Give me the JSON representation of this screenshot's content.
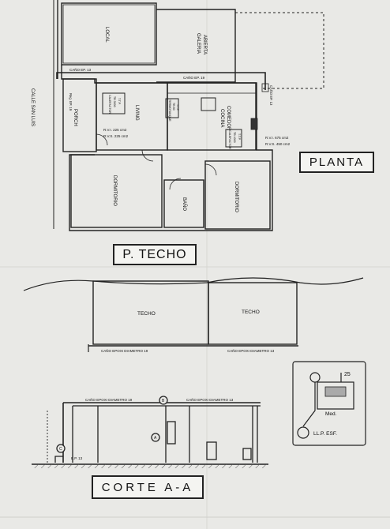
{
  "titles": {
    "planta": "PLANTA",
    "p_techo": "P. TECHO",
    "corte": "CORTE A-A"
  },
  "rooms": {
    "local": "LOCAL",
    "galeria_1": "GALERIA",
    "galeria_2": "ABIERTA",
    "porch": "PORCH",
    "living": "LIVING",
    "cocina_1": "COCINA",
    "cocina_2": "COMEDOR",
    "dormitorio_1": "DORMITORIO",
    "dormitorio_2": "DORMITORIO",
    "bano": "BAÑO",
    "techo_1": "TECHO",
    "techo_2": "TECHO"
  },
  "street": "CALLE SAN LUIS",
  "annotations": {
    "cano_ep13_top": "CAÑO EP. 13",
    "cano_ep19_top": "CAÑO EP. 19",
    "cano_ep13_side": "CAÑO EP. 13",
    "side_left": "Reg. EP. 19",
    "rvi_living": "R.V.I. 225 cm2",
    "rvs_living": "R.V.S. 225 cm2",
    "rvi_cocina": "R.V.I. 675 cm2",
    "rvs_cocina": "R.V.S. 450 cm2",
    "techo_pipe_1": "CAÑO EPOXI DIAMETRO 19",
    "techo_pipe_2": "CAÑO EPOXI DIAMETRO 13",
    "corte_pipe_1": "CAÑO EPOXI DIAMETRO 19",
    "corte_pipe_2": "CAÑO EPOXI DIAMETRO 13",
    "corte_ep": "E.P. 13",
    "marker_b": "B",
    "marker_a": "A",
    "marker_c": "C",
    "detail_num": "25",
    "detail_med": "Med.",
    "detail_llp": "LL.P. ESF."
  },
  "appliances": {
    "living_1": "CALEFACTOR",
    "living_2": "TB 3000",
    "living_3": "T.T.P.",
    "termo_1": "TERMOTANQUE",
    "termo_2": "TB 80",
    "termo_3": "T.T.P.",
    "cocina_ap_1": "CALEFACTOR",
    "cocina_ap_2": "TB 4000",
    "cocina_ap_3": "T.T.P."
  }
}
